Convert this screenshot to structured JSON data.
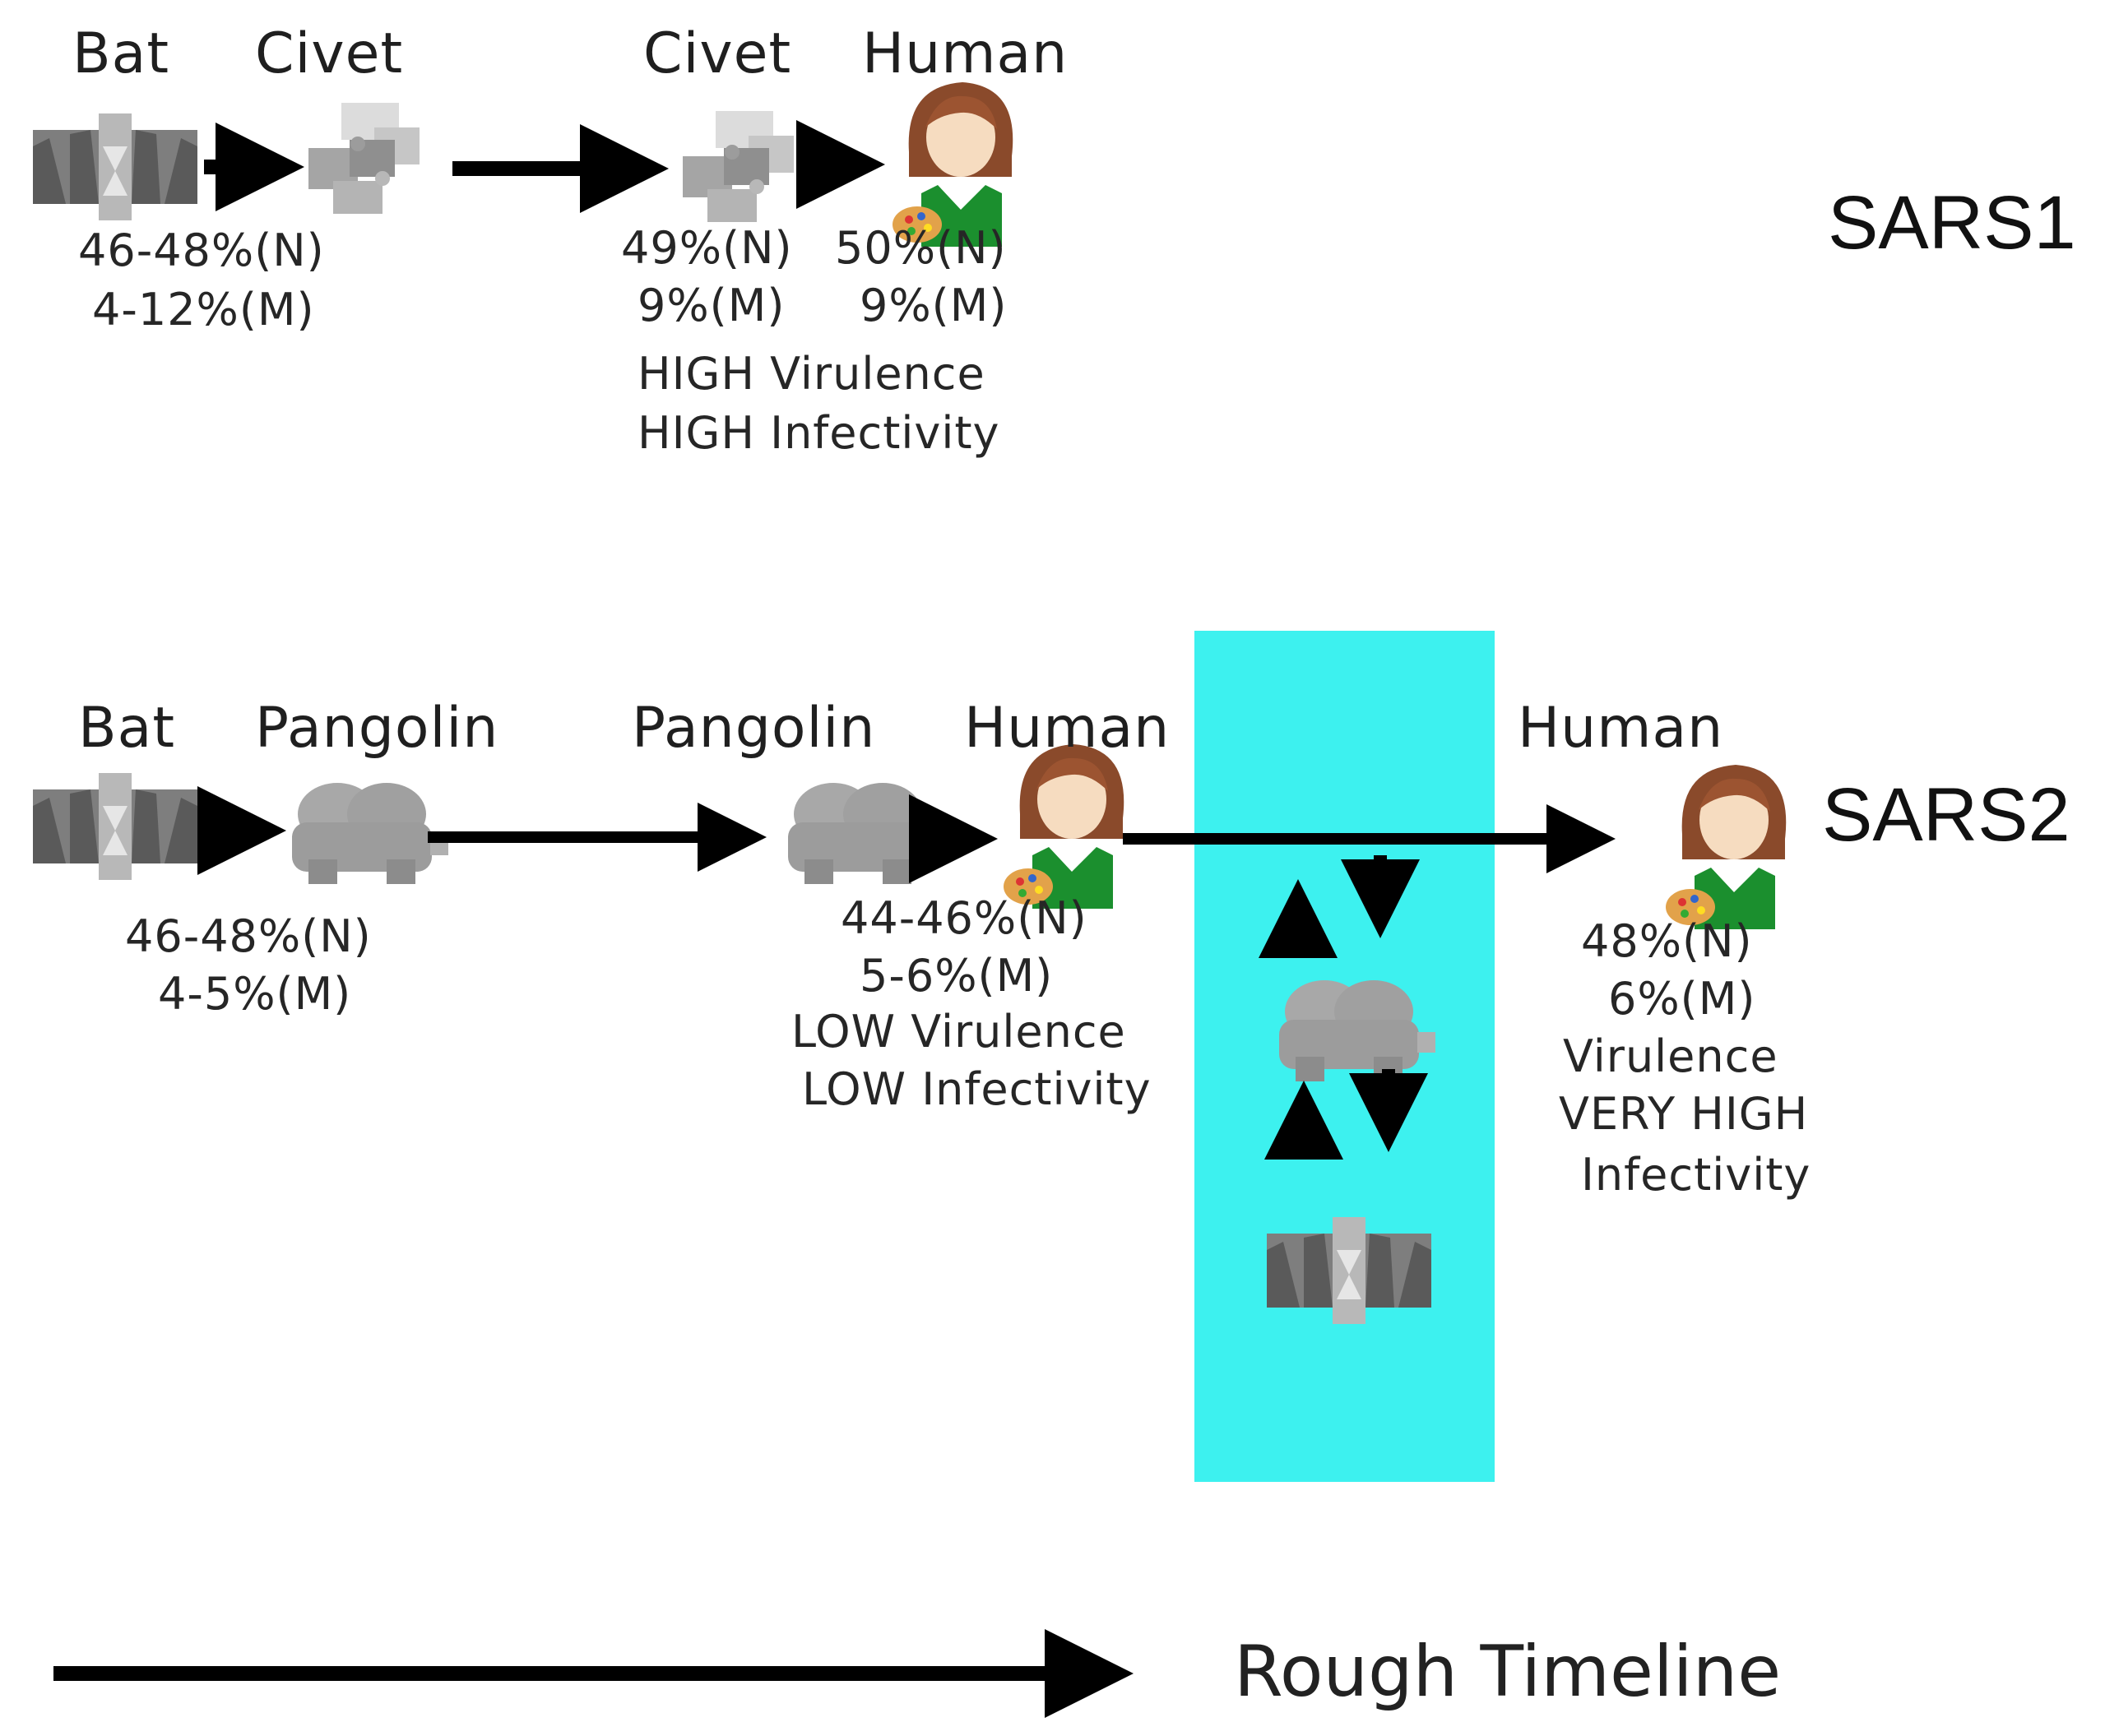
{
  "colors": {
    "highlight": "#3df1ef",
    "arrow": "#000000",
    "animal_fill": "#9a9a9a",
    "apron": "#1b8f2e",
    "hair": "#8a4a2b"
  },
  "sars1": {
    "name": "SARS1",
    "labels": [
      "Bat",
      "Civet",
      "Civet",
      "Human"
    ],
    "bat_stats": {
      "n": "46-48%(N)",
      "m": "4-12%(M)"
    },
    "civet_stats": {
      "n": "49%(N)",
      "m": "9%(M)"
    },
    "human_stats": {
      "n": "50%(N)",
      "m": "9%(M)"
    },
    "notes": [
      "HIGH Virulence",
      "HIGH Infectivity"
    ]
  },
  "sars2": {
    "name": "SARS2",
    "labels": [
      "Bat",
      "Pangolin",
      "Pangolin",
      "Human",
      "Human"
    ],
    "bat_stats": {
      "n": "46-48%(N)",
      "m": "4-5%(M)"
    },
    "pangolin_stats": {
      "n": "44-46%(N)",
      "m": "5-6%(M)"
    },
    "pangolin_notes": [
      "LOW Virulence",
      "LOW Infectivity"
    ],
    "human_stats": {
      "n": "48%(N)",
      "m": "6%(M)"
    },
    "human_notes": [
      "Virulence",
      "VERY HIGH",
      "Infectivity"
    ]
  },
  "timeline": {
    "label": "Rough Timeline"
  },
  "icons": [
    "bat-icon",
    "civet-icon",
    "pangolin-icon",
    "human-icon",
    "arrow-icon"
  ]
}
